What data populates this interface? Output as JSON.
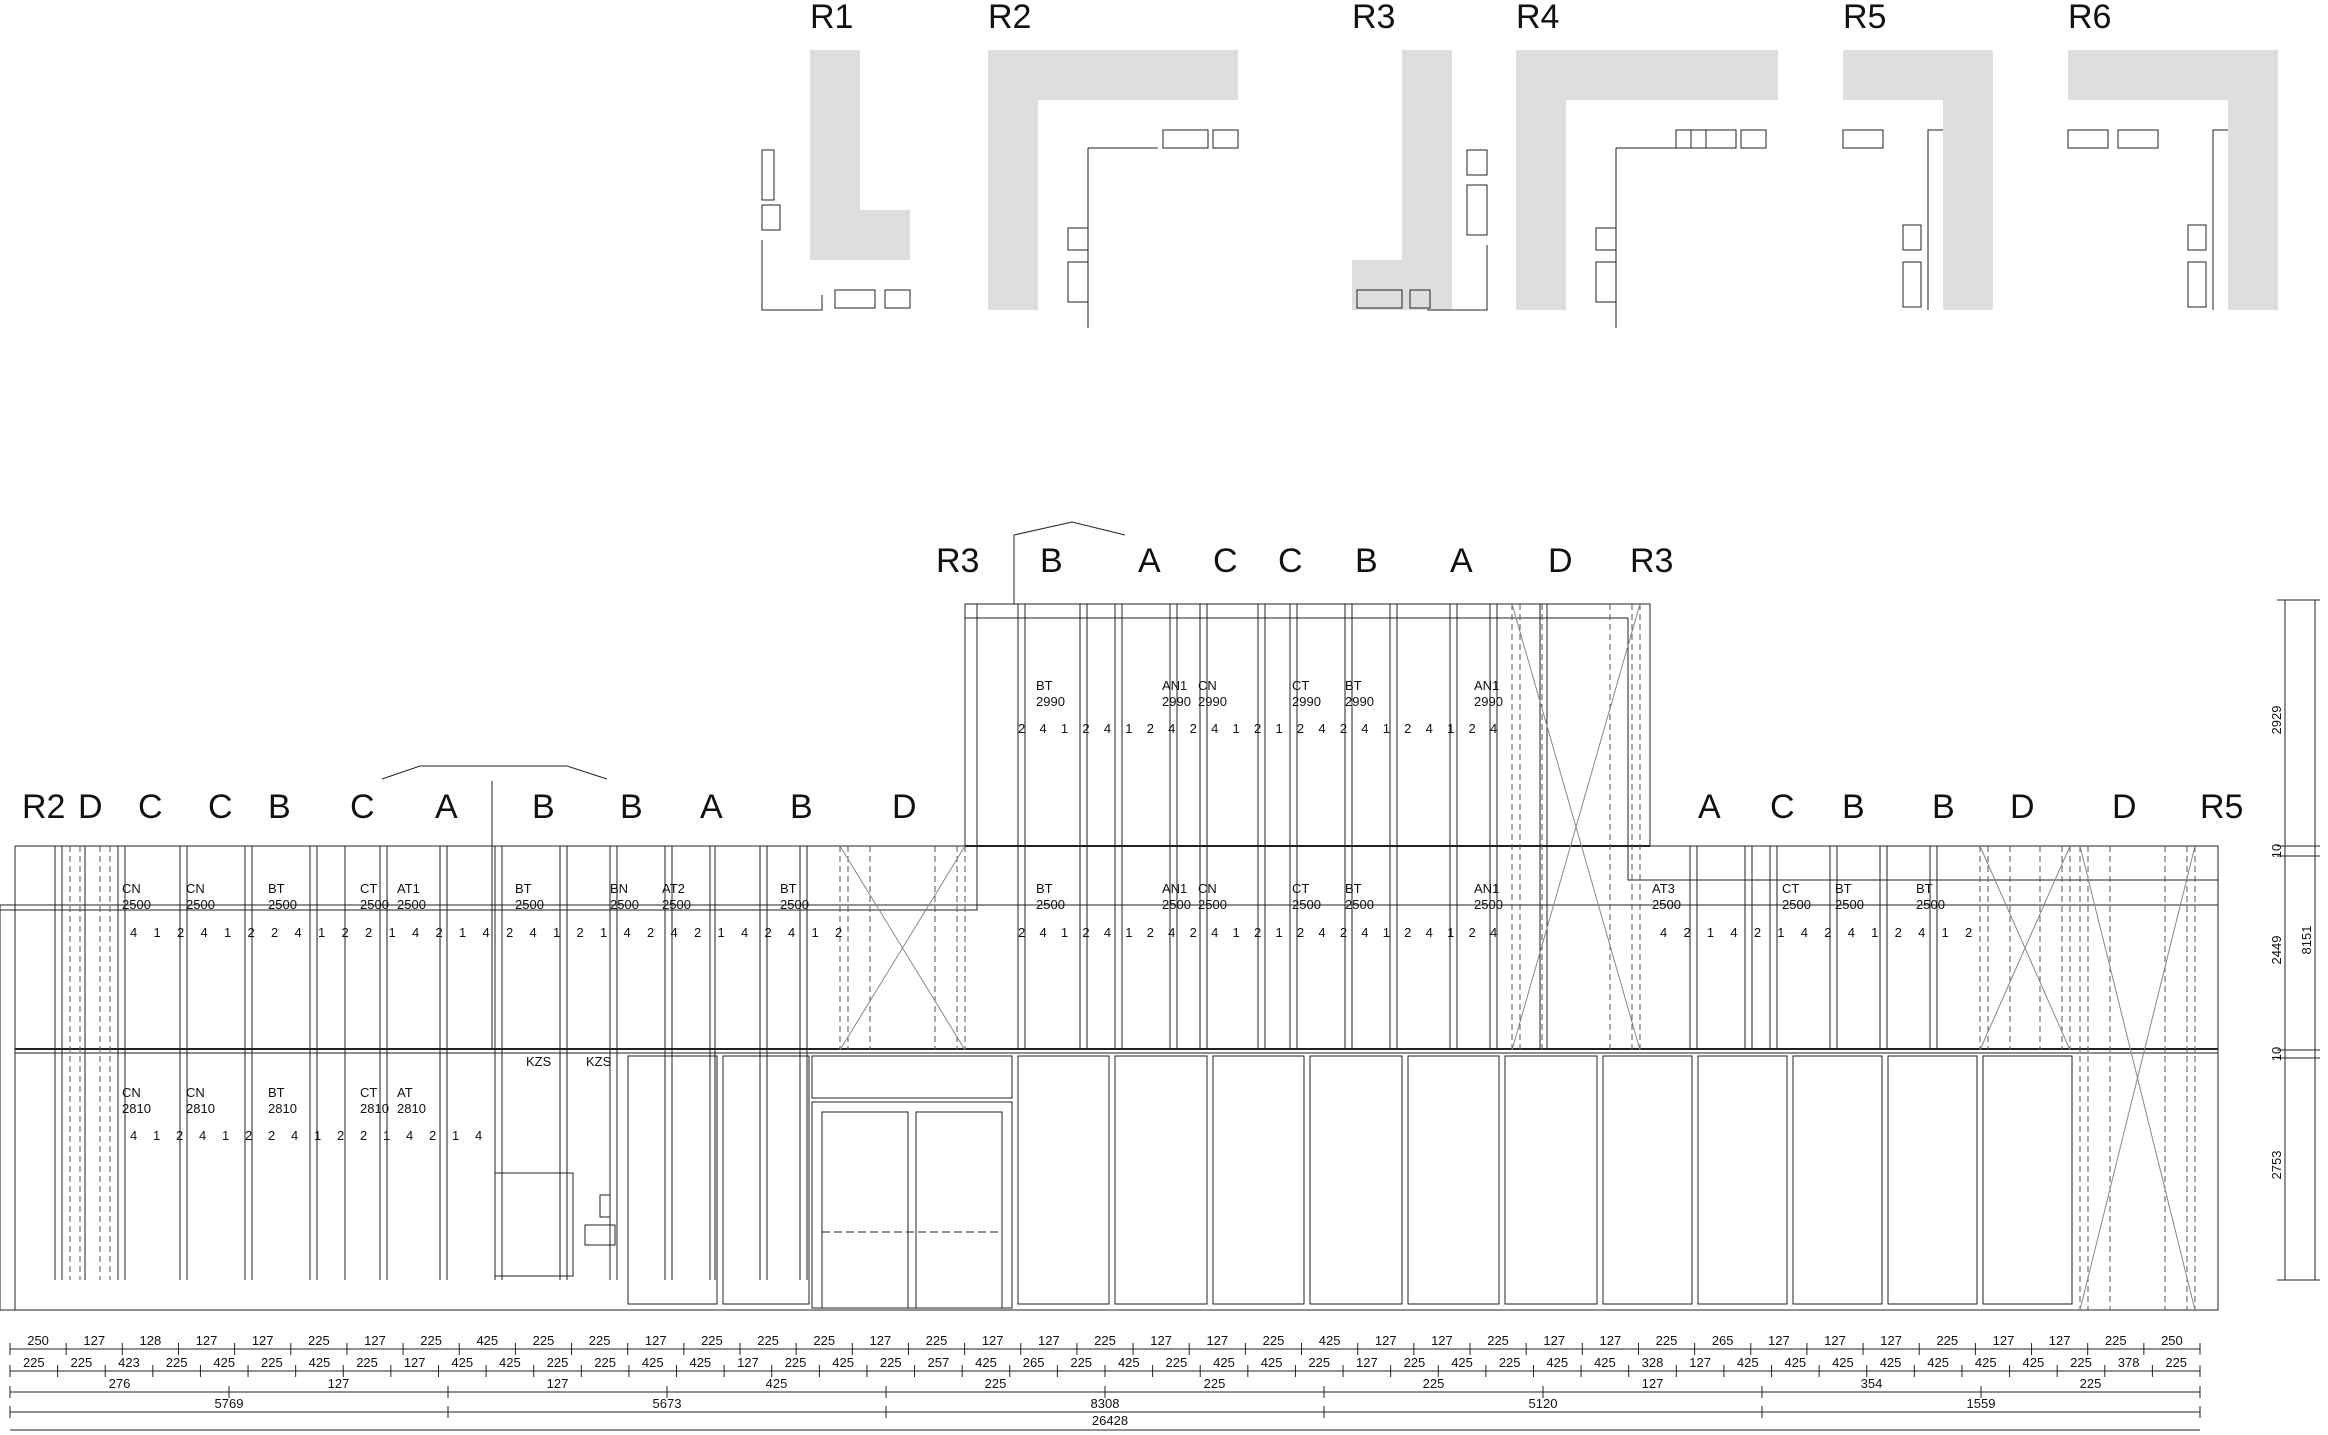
{
  "corner_details": [
    {
      "label": "R1",
      "orientation": "bl"
    },
    {
      "label": "R2",
      "orientation": "tl"
    },
    {
      "label": "R3",
      "orientation": "br"
    },
    {
      "label": "R4",
      "orientation": "tl"
    },
    {
      "label": "R5",
      "orientation": "tr"
    },
    {
      "label": "R6",
      "orientation": "tr"
    }
  ],
  "bay_letters": {
    "low_left": [
      "R2",
      "D",
      "C",
      "C",
      "B",
      "C",
      "A",
      "B",
      "B",
      "A",
      "B",
      "D"
    ],
    "high_middle": [
      "R3",
      "B",
      "A",
      "C",
      "C",
      "B",
      "A",
      "D",
      "R3"
    ],
    "low_right": [
      "A",
      "C",
      "B",
      "B",
      "D",
      "D",
      "R5"
    ]
  },
  "panel_labels": {
    "upper_middle": [
      {
        "text": "BT",
        "value": "2990"
      },
      {
        "text": "AN1",
        "value": "2990"
      },
      {
        "text": "CN",
        "value": "2990"
      },
      {
        "text": "CT",
        "value": "2990"
      },
      {
        "text": "BT",
        "value": "2990"
      },
      {
        "text": "AN1",
        "value": "2990"
      }
    ],
    "middle": [
      {
        "text": "CN",
        "value": "2500"
      },
      {
        "text": "CN",
        "value": "2500"
      },
      {
        "text": "BT",
        "value": "2500"
      },
      {
        "text": "CT",
        "value": "2500"
      },
      {
        "text": "AT1",
        "value": "2500"
      },
      {
        "text": "BT",
        "value": "2500"
      },
      {
        "text": "BN",
        "value": "2500"
      },
      {
        "text": "AT2",
        "value": "2500"
      },
      {
        "text": "BT",
        "value": "2500"
      },
      {
        "text": "BT",
        "value": "2500"
      },
      {
        "text": "AN1",
        "value": "2500"
      },
      {
        "text": "CN",
        "value": "2500"
      },
      {
        "text": "CT",
        "value": "2500"
      },
      {
        "text": "BT",
        "value": "2500"
      },
      {
        "text": "AN1",
        "value": "2500"
      },
      {
        "text": "AT3",
        "value": "2500"
      },
      {
        "text": "CT",
        "value": "2500"
      },
      {
        "text": "BT",
        "value": "2500"
      },
      {
        "text": "BT",
        "value": "2500"
      }
    ],
    "lower": [
      {
        "text": "CN",
        "value": "2810"
      },
      {
        "text": "CN",
        "value": "2810"
      },
      {
        "text": "BT",
        "value": "2810"
      },
      {
        "text": "CT",
        "value": "2810"
      },
      {
        "text": "AT",
        "value": "2810"
      }
    ]
  },
  "row_small_numbers": {
    "upper": [
      "2",
      "4",
      "1",
      "2",
      "4",
      "1",
      "2",
      "4",
      "2",
      "4",
      "1",
      "2",
      "1",
      "2",
      "4",
      "2",
      "4",
      "1",
      "2",
      "4",
      "1",
      "2",
      "4"
    ],
    "middle_left": [
      "4",
      "1",
      "2",
      "4",
      "1",
      "2",
      "2",
      "4",
      "1",
      "2",
      "2",
      "1",
      "4",
      "2",
      "1",
      "4",
      "2",
      "4",
      "1",
      "2",
      "1",
      "4",
      "2",
      "4",
      "2",
      "1",
      "4",
      "2",
      "4",
      "1",
      "2"
    ],
    "middle_center": [
      "2",
      "4",
      "1",
      "2",
      "4",
      "1",
      "2",
      "4",
      "2",
      "4",
      "1",
      "2",
      "1",
      "2",
      "4",
      "2",
      "4",
      "1",
      "2",
      "4",
      "1",
      "2",
      "4"
    ],
    "middle_right": [
      "4",
      "2",
      "1",
      "4",
      "2",
      "1",
      "4",
      "2",
      "4",
      "1",
      "2",
      "4",
      "1",
      "2"
    ],
    "lower_left": [
      "4",
      "1",
      "2",
      "4",
      "1",
      "2",
      "2",
      "4",
      "1",
      "2",
      "2",
      "1",
      "4",
      "2",
      "1",
      "4"
    ]
  },
  "room_tags": [
    "KZS",
    "KZS"
  ],
  "dimensions": {
    "row1_top": [
      "250",
      "127",
      "128",
      "127",
      "127",
      "225",
      "127",
      "225",
      "425",
      "225",
      "225",
      "127",
      "225",
      "225",
      "225",
      "127",
      "225",
      "127",
      "127",
      "225",
      "127",
      "127",
      "225",
      "425",
      "127",
      "127",
      "225",
      "127",
      "127",
      "225",
      "265",
      "127",
      "127",
      "127",
      "225",
      "127",
      "127",
      "225",
      "250"
    ],
    "row1_bottom": [
      "225",
      "225",
      "423",
      "225",
      "425",
      "225",
      "425",
      "225",
      "127",
      "425",
      "425",
      "225",
      "225",
      "425",
      "425",
      "127",
      "225",
      "425",
      "225",
      "257",
      "425",
      "265",
      "225",
      "425",
      "225",
      "425",
      "425",
      "225",
      "127",
      "225",
      "425",
      "225",
      "425",
      "425",
      "328",
      "127",
      "425",
      "425",
      "425",
      "425",
      "425",
      "425",
      "425",
      "225",
      "378",
      "225"
    ],
    "row2": [
      "276",
      "127",
      "127",
      "425",
      "225",
      "225",
      "225",
      "127",
      "354",
      "225"
    ],
    "row3": [
      "5769",
      "5673",
      "8308",
      "5120",
      "1559"
    ],
    "overall": "26428",
    "vertical": [
      "2929",
      "10",
      "2449",
      "10",
      "2753"
    ],
    "vertical_total": "8151"
  }
}
